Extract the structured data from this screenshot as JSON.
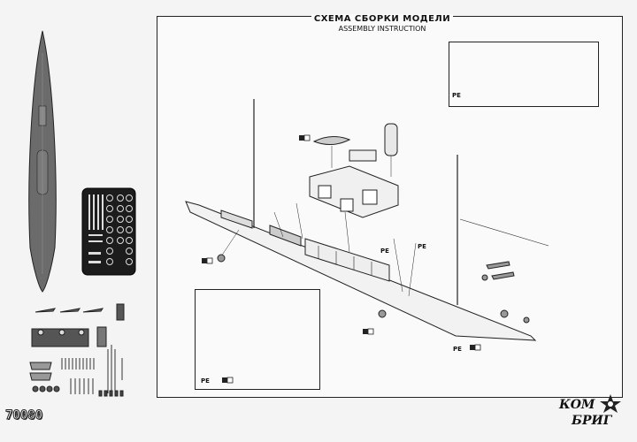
{
  "header": {
    "title_ru": "СХЕМА СБОРКИ МОДЕЛИ",
    "title_en": "ASSEMBLY INSTRUCTION"
  },
  "labels": {
    "pe_top": "PE",
    "pe_bottom": "PE",
    "pe_center_1": "PE",
    "pe_center_2": "PE",
    "pe_right": "PE"
  },
  "footer": {
    "kit_code": "70080",
    "brand_line1": "КОМ",
    "brand_line2": "БРИГ"
  },
  "colors": {
    "ink": "#222222",
    "paper": "#fafafa"
  }
}
